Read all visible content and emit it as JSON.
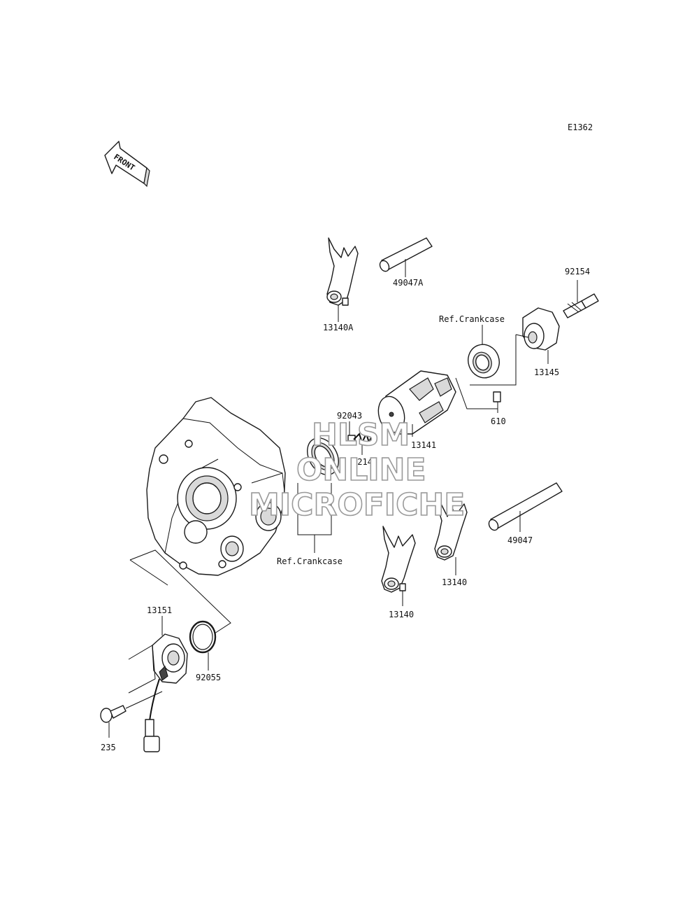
{
  "diagram": {
    "code": "E1362",
    "front_label": "FRONT",
    "watermark": [
      "HLSM",
      "ONLINE",
      "MICROFICHE"
    ],
    "callouts": {
      "fork_13140A": "13140A",
      "shaft_49047A": "49047A",
      "bolt_92154": "92154",
      "ref_crankcase_top": "Ref.Crankcase",
      "cam_13145": "13145",
      "pin_610": "610",
      "drum_13141": "13141",
      "pin_92043": "92043",
      "spring_92145": "92145",
      "ref_crankcase_bottom": "Ref.Crankcase",
      "shaft_49047": "49047",
      "fork_13140_right": "13140",
      "fork_13140_left": "13140",
      "switch_13151": "13151",
      "oring_92055": "92055",
      "bolt_235": "235"
    }
  }
}
